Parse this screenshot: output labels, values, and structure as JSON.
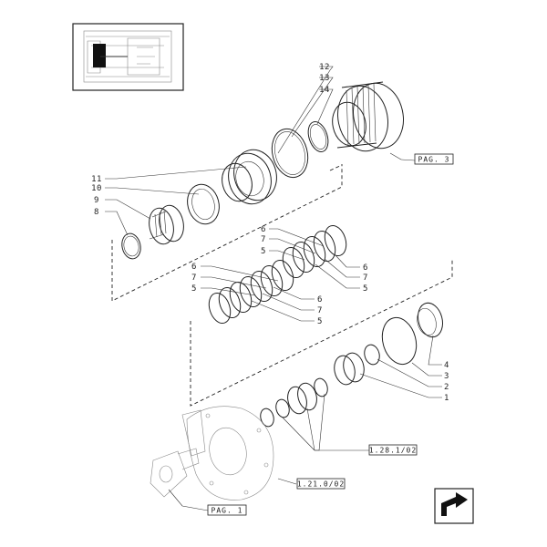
{
  "labels": {
    "l1": "1",
    "l2": "2",
    "l3": "3",
    "l4": "4",
    "l5": "5",
    "l6": "6",
    "l7": "7",
    "l8": "8",
    "l9": "9",
    "l10": "10",
    "l11": "11",
    "l12": "12",
    "l13": "13",
    "l14": "14"
  },
  "refs": {
    "pag3": "PAG. 3",
    "r1": "1.28.1/02",
    "r2": "1.21.0/02",
    "pag1": "PAG. 1"
  },
  "icons": {
    "nav": "next-page-arrow-icon"
  }
}
